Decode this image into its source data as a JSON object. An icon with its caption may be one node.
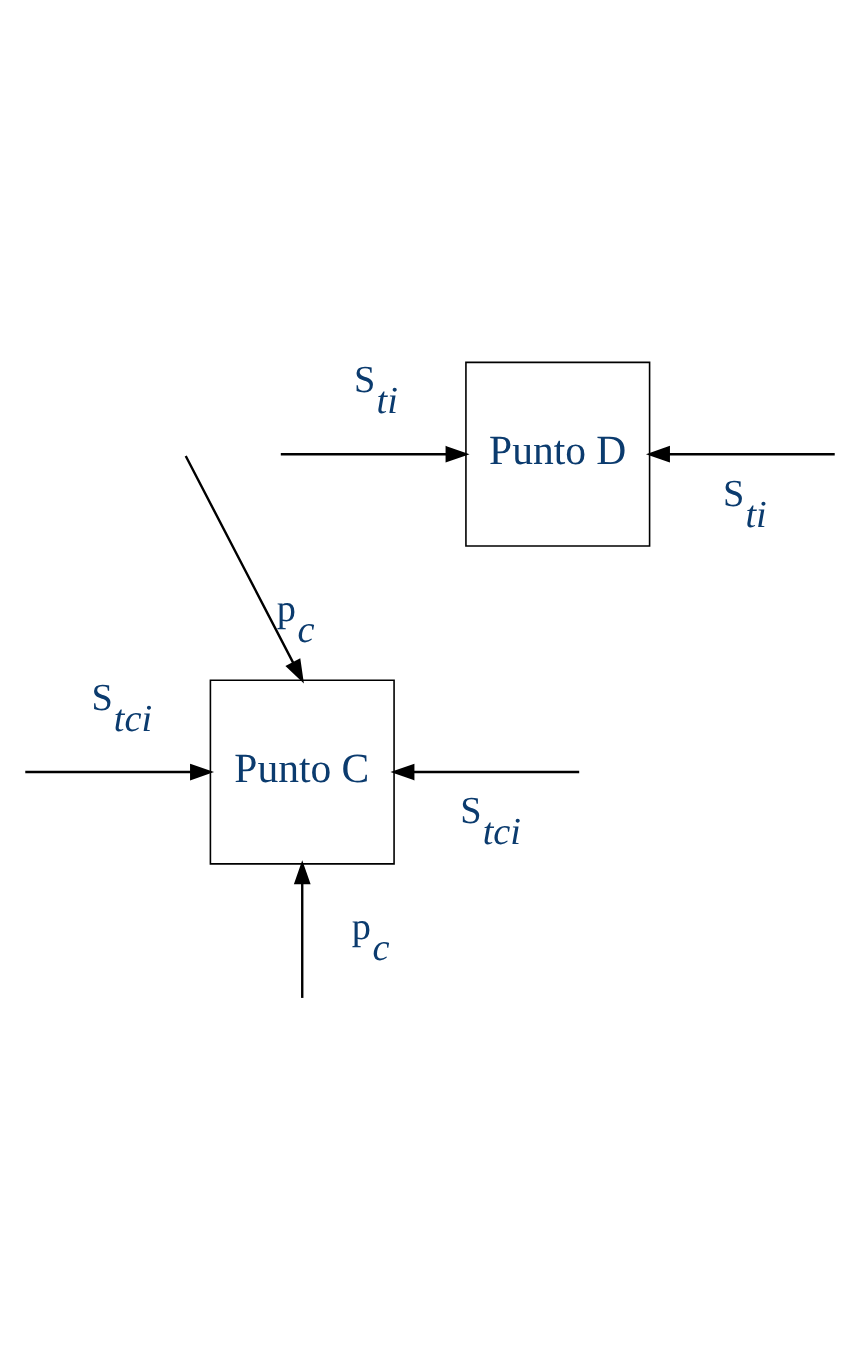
{
  "diagram": {
    "nodes": [
      {
        "text": [
          "Punto D"
        ]
      },
      {
        "text": [
          "Punto C"
        ]
      }
    ],
    "edges": [
      {
        "from": null,
        "to": 0,
        "arrow": "to",
        "label": "S$_{ti}$"
      },
      {
        "from": null,
        "to": 0,
        "arrow": "to",
        "label": "S$_{ti}$"
      },
      {
        "from": null,
        "to": 1,
        "arrow": "to",
        "label": "p$_{c}$"
      },
      {
        "from": null,
        "to": 1,
        "arrow": "to",
        "label": "S$_{tci}$"
      },
      {
        "from": null,
        "to": 1,
        "arrow": "to",
        "label": "S$_{tci}$"
      },
      {
        "from": null,
        "to": 1,
        "arrow": "to",
        "label": "p$_{c}$"
      }
    ]
  }
}
